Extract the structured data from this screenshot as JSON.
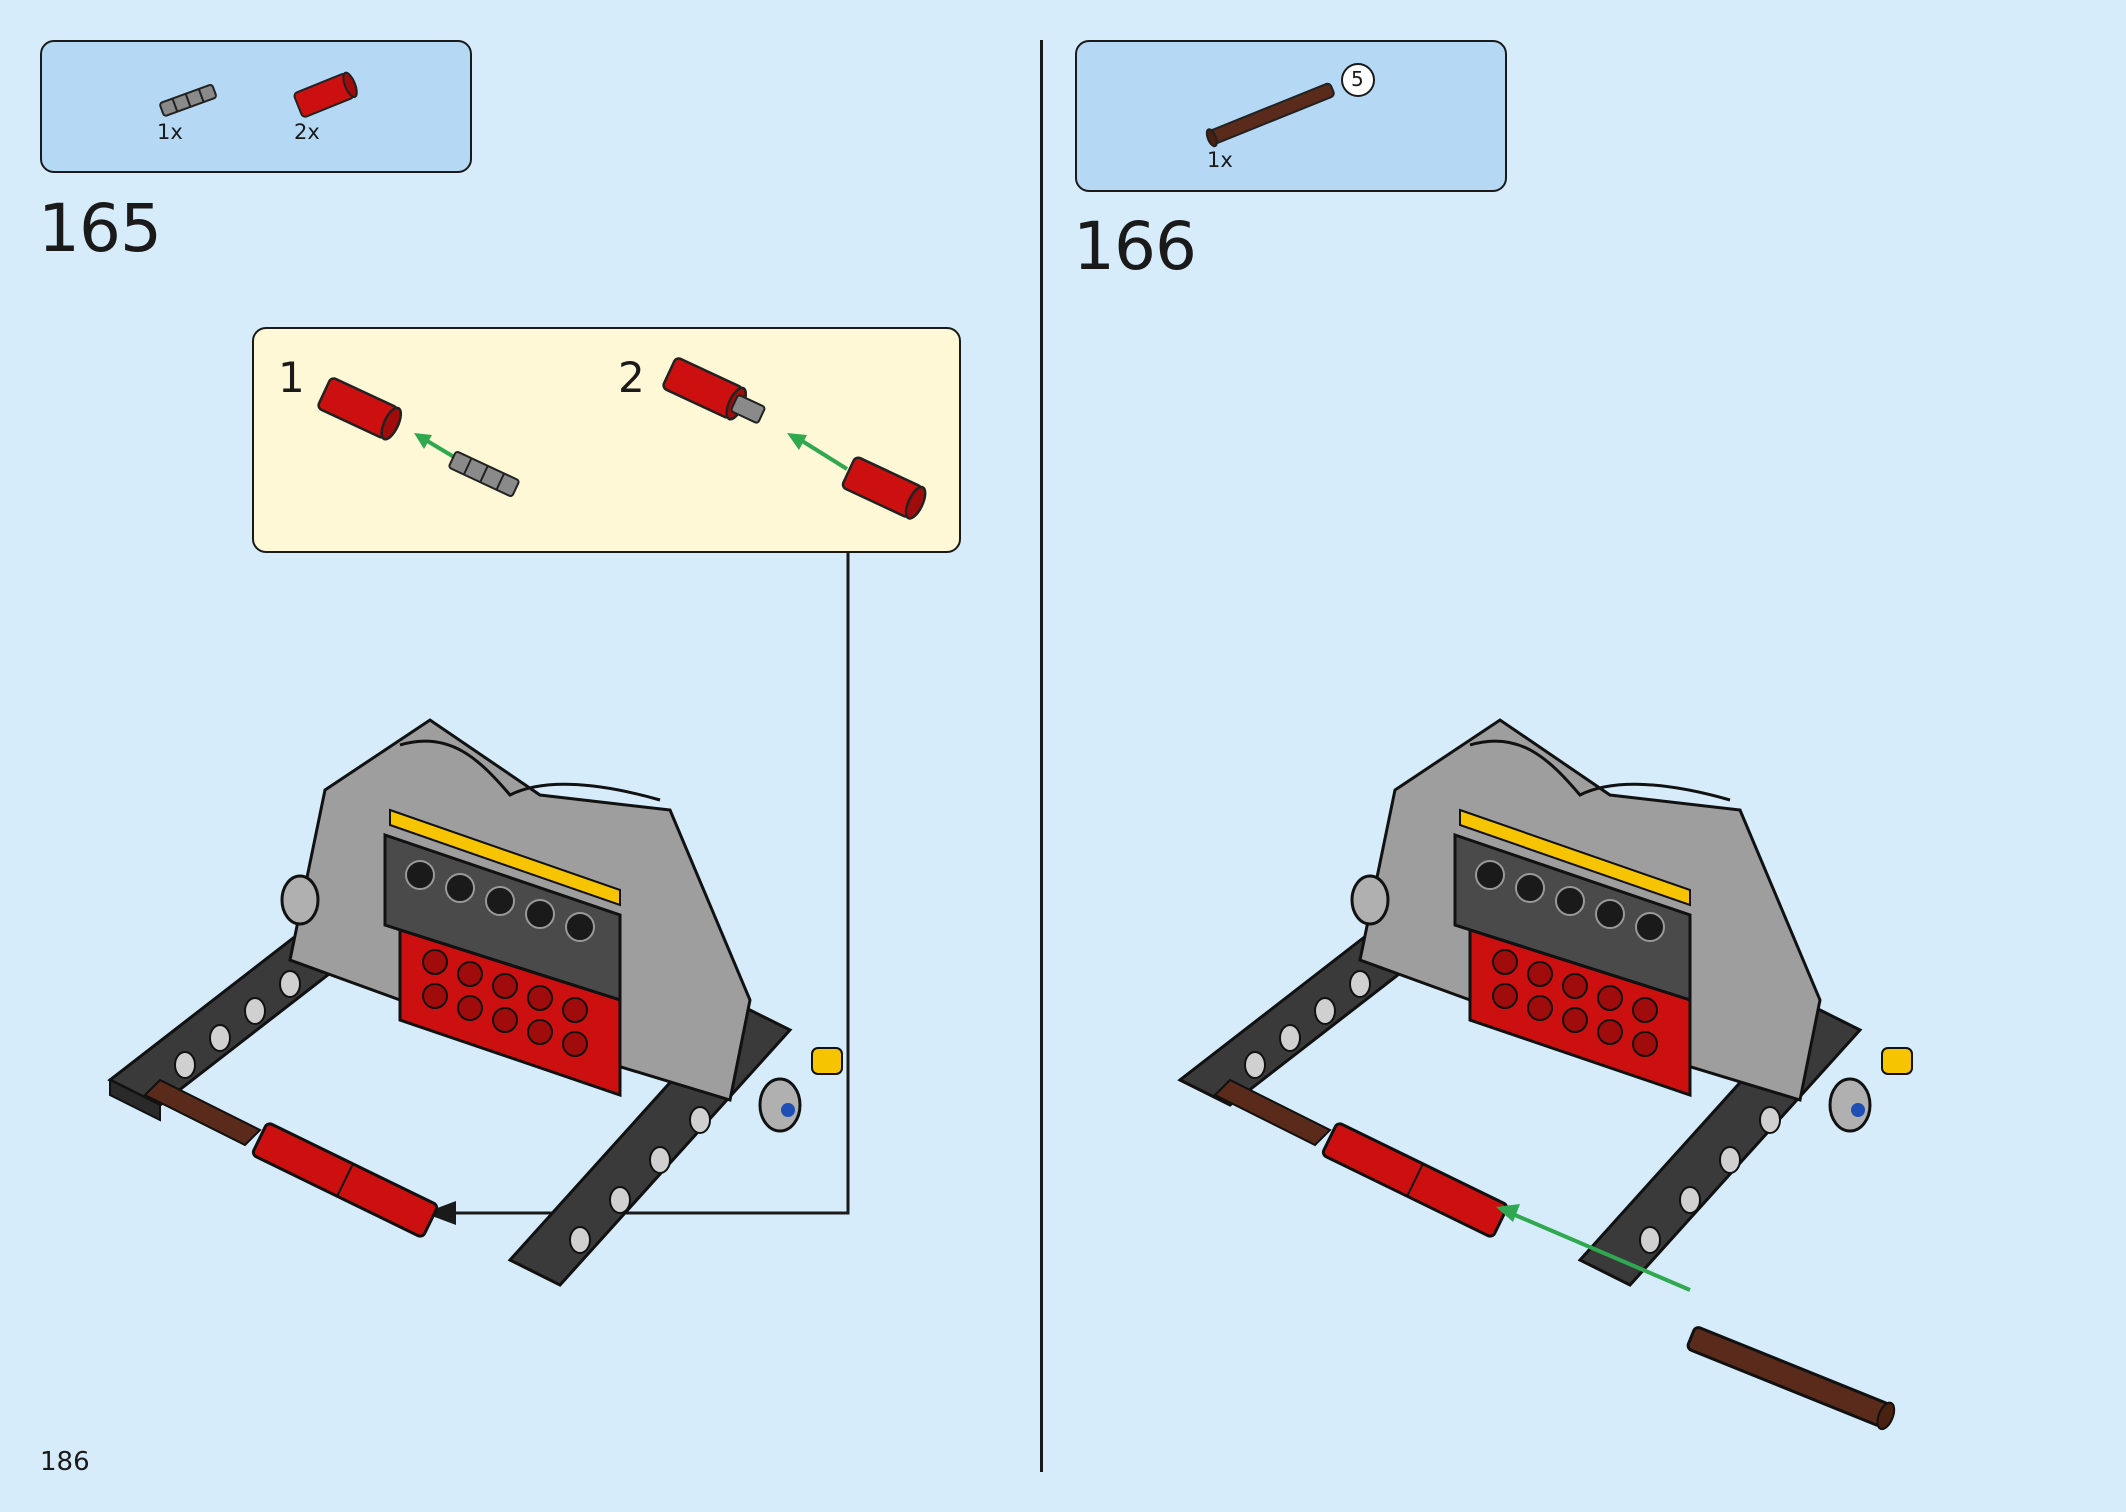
{
  "page": {
    "number": "186"
  },
  "colors": {
    "background": "#d6ecfa",
    "parts_box": "#b5d9f5",
    "callout": "#fff8d6",
    "red": "#cc1010",
    "brown": "#5a2a1a",
    "arrow_green": "#2fa84f"
  },
  "steps": [
    {
      "number": "165",
      "parts": [
        {
          "icon": "axle-connector-icon",
          "qty": "1x"
        },
        {
          "icon": "red-axle-connector-icon",
          "qty": "2x"
        }
      ],
      "substeps": [
        {
          "number": "1"
        },
        {
          "number": "2"
        }
      ]
    },
    {
      "number": "166",
      "parts": [
        {
          "icon": "brown-axle-icon",
          "qty": "1x",
          "length": "5"
        }
      ]
    }
  ]
}
